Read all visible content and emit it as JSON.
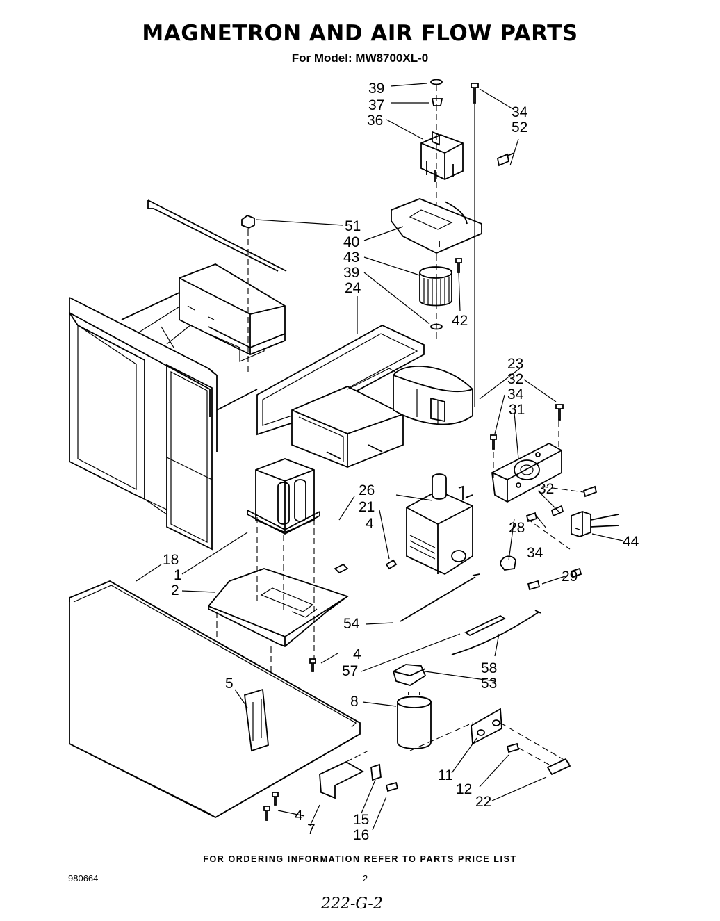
{
  "header": {
    "title": "MAGNETRON AND AIR FLOW PARTS",
    "model_line": "For Model: MW8700XL-0"
  },
  "footer": {
    "ordering_note": "FOR ORDERING INFORMATION REFER TO PARTS PRICE LIST",
    "doc_number": "980664",
    "page_number": "2",
    "handwritten_code": "222-G-2"
  },
  "callouts": {
    "c39a": "39",
    "c37": "37",
    "c36": "36",
    "c34a": "34",
    "c52": "52",
    "c51": "51",
    "c40": "40",
    "c43": "43",
    "c39b": "39",
    "c24": "24",
    "c42": "42",
    "c23": "23",
    "c32a": "32",
    "c34b": "34",
    "c31": "31",
    "c32b": "32",
    "c26": "26",
    "c21": "21",
    "c4a": "4",
    "c28": "28",
    "c34c": "34",
    "c44": "44",
    "c18": "18",
    "c1": "1",
    "c2": "2",
    "c29": "29",
    "c54": "54",
    "c4b": "4",
    "c57": "57",
    "c58": "58",
    "c53": "53",
    "c5": "5",
    "c8": "8",
    "c11": "11",
    "c12": "12",
    "c22": "22",
    "c15": "15",
    "c16": "16",
    "c4c": "4",
    "c7": "7"
  }
}
